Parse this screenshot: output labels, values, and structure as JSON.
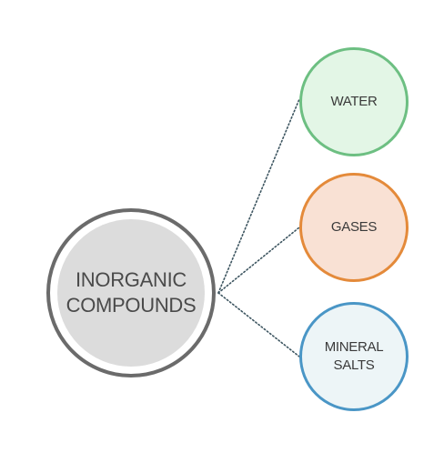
{
  "hub": {
    "label": "INORGANIC COMPOUNDS",
    "fill_color": "#dcdcdc",
    "ring_color": "#6b6b6b"
  },
  "leaves": [
    {
      "label": "WATER",
      "border_color": "#6dbf82",
      "fill_color": "#e3f6e6"
    },
    {
      "label": "GASES",
      "border_color": "#e48a3a",
      "fill_color": "#f9e1d4"
    },
    {
      "label": "MINERAL SALTS",
      "border_color": "#4a96c6",
      "fill_color": "#edf5f7"
    }
  ],
  "connector_style": "dotted"
}
